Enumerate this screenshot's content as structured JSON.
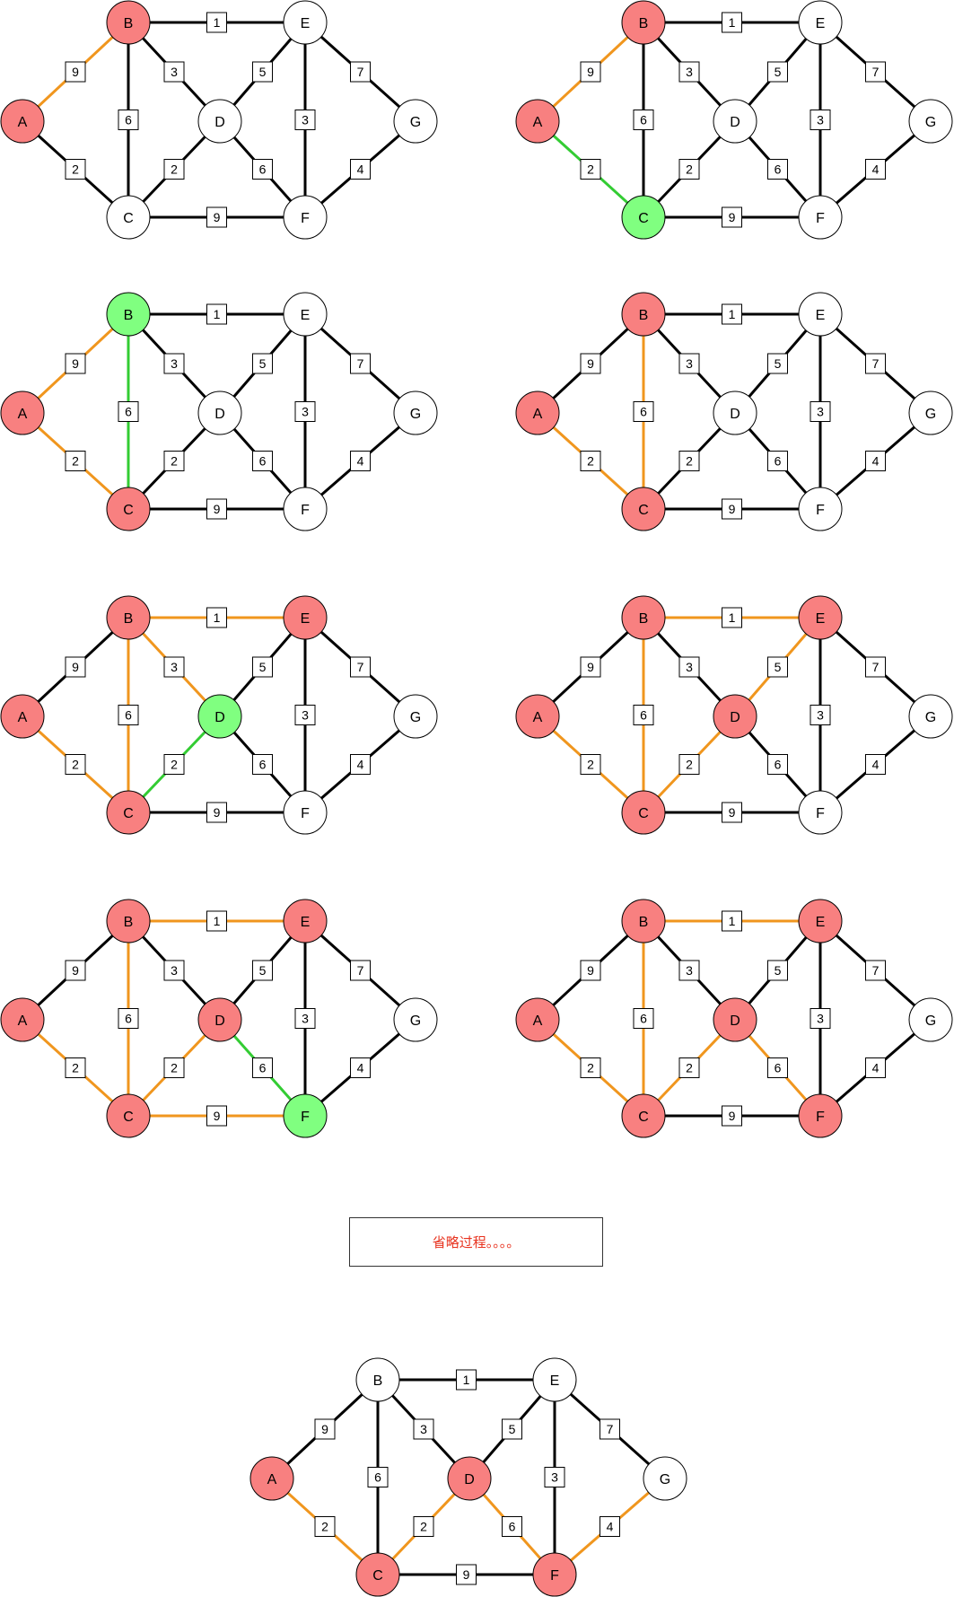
{
  "colors": {
    "visited": "#f88080",
    "candidate": "#80ff80",
    "unvisited": "#ffffff",
    "tree_edge": "#f0961e",
    "candidate_edge": "#33cc33",
    "default_edge": "#000000"
  },
  "graph": {
    "nodes": [
      "A",
      "B",
      "C",
      "D",
      "E",
      "F",
      "G"
    ],
    "edges": [
      {
        "id": "AB",
        "from": "A",
        "to": "B",
        "weight": "9"
      },
      {
        "id": "AC",
        "from": "A",
        "to": "C",
        "weight": "2"
      },
      {
        "id": "BC",
        "from": "B",
        "to": "C",
        "weight": "6"
      },
      {
        "id": "BD",
        "from": "B",
        "to": "D",
        "weight": "3"
      },
      {
        "id": "BE",
        "from": "B",
        "to": "E",
        "weight": "1"
      },
      {
        "id": "CD",
        "from": "C",
        "to": "D",
        "weight": "2"
      },
      {
        "id": "CF",
        "from": "C",
        "to": "F",
        "weight": "9"
      },
      {
        "id": "DE",
        "from": "D",
        "to": "E",
        "weight": "5"
      },
      {
        "id": "DF",
        "from": "D",
        "to": "F",
        "weight": "6"
      },
      {
        "id": "EF",
        "from": "E",
        "to": "F",
        "weight": "3"
      },
      {
        "id": "EG",
        "from": "E",
        "to": "G",
        "weight": "7"
      },
      {
        "id": "FG",
        "from": "F",
        "to": "G",
        "weight": "4"
      }
    ]
  },
  "steps": [
    {
      "node_states": {
        "A": "visited",
        "B": "visited"
      },
      "edge_states": {
        "AB": "tree"
      }
    },
    {
      "node_states": {
        "A": "visited",
        "B": "visited",
        "C": "candidate"
      },
      "edge_states": {
        "AB": "tree",
        "AC": "candidate"
      }
    },
    {
      "node_states": {
        "A": "visited",
        "B": "candidate",
        "C": "visited"
      },
      "edge_states": {
        "AB": "tree",
        "AC": "tree",
        "BC": "candidate"
      }
    },
    {
      "node_states": {
        "A": "visited",
        "B": "visited",
        "C": "visited"
      },
      "edge_states": {
        "AC": "tree",
        "BC": "tree"
      }
    },
    {
      "node_states": {
        "A": "visited",
        "B": "visited",
        "C": "visited",
        "D": "candidate",
        "E": "visited"
      },
      "edge_states": {
        "AC": "tree",
        "BC": "tree",
        "BE": "tree",
        "BD": "tree",
        "CD": "candidate"
      }
    },
    {
      "node_states": {
        "A": "visited",
        "B": "visited",
        "C": "visited",
        "D": "visited",
        "E": "visited"
      },
      "edge_states": {
        "AC": "tree",
        "BC": "tree",
        "BE": "tree",
        "CD": "tree",
        "DE": "tree"
      }
    },
    {
      "node_states": {
        "A": "visited",
        "B": "visited",
        "C": "visited",
        "D": "visited",
        "E": "visited",
        "F": "candidate"
      },
      "edge_states": {
        "AC": "tree",
        "BC": "tree",
        "BE": "tree",
        "CD": "tree",
        "CF": "tree",
        "DF": "candidate"
      }
    },
    {
      "node_states": {
        "A": "visited",
        "B": "visited",
        "C": "visited",
        "D": "visited",
        "E": "visited",
        "F": "visited"
      },
      "edge_states": {
        "AC": "tree",
        "BC": "tree",
        "BE": "tree",
        "CD": "tree",
        "DF": "tree"
      }
    },
    {
      "node_states": {
        "A": "visited",
        "C": "visited",
        "D": "visited",
        "F": "visited"
      },
      "edge_states": {
        "AC": "tree",
        "CD": "tree",
        "DF": "tree",
        "FG": "tree"
      }
    }
  ],
  "note": {
    "text": "省略过程。。。。"
  }
}
